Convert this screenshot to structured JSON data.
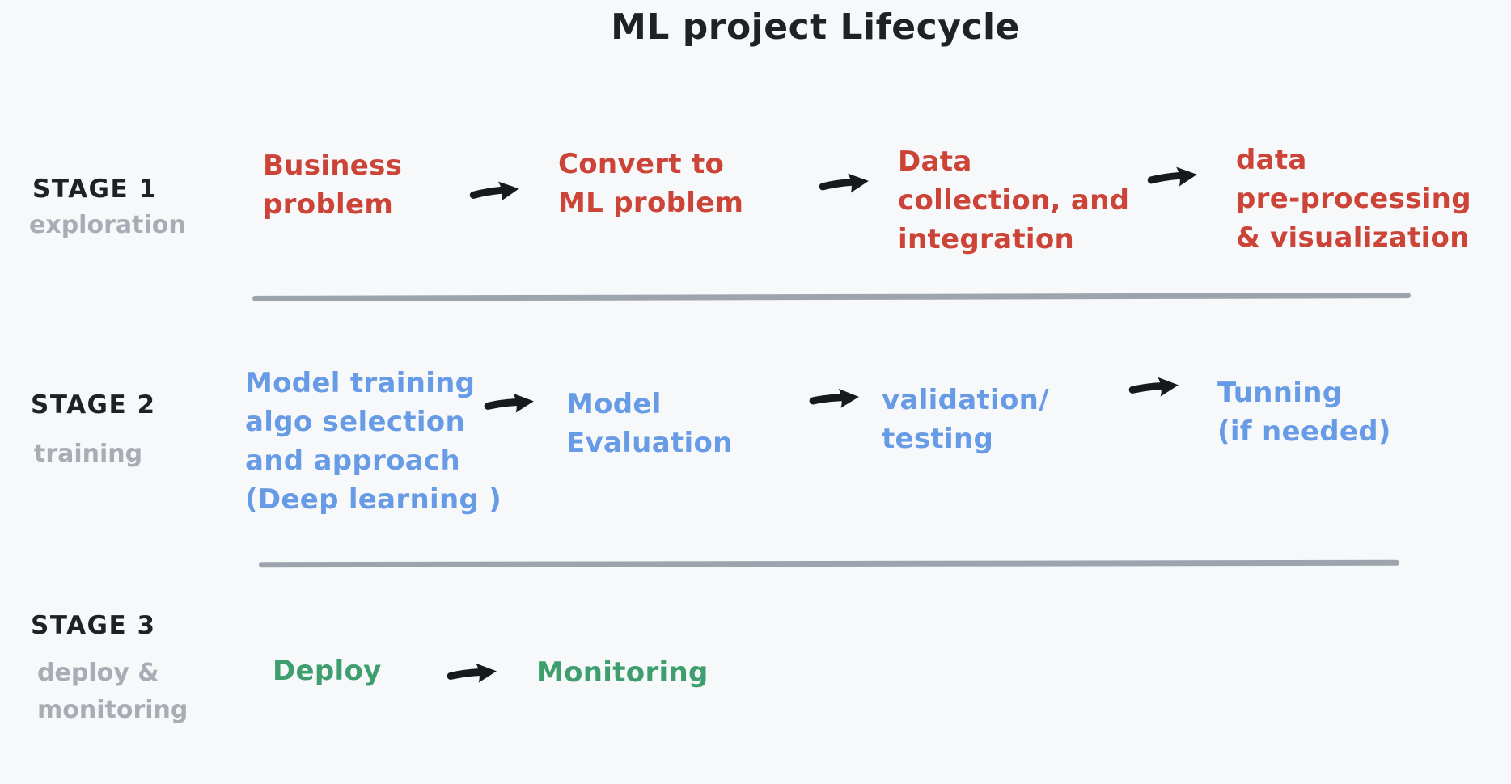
{
  "title": "ML project Lifecycle",
  "colors": {
    "background": "#f7f8fa",
    "ink": "#1e2126",
    "muted": "#a8adb5",
    "divider": "#9da4ae",
    "stage1": "#cb4437",
    "stage2": "#689be5",
    "stage3": "#3f9e6e",
    "arrow": "#17191d"
  },
  "icons": {
    "flow_arrow": "right-arrow"
  },
  "stages": [
    {
      "label": "STAGE 1",
      "sublabel": "exploration",
      "steps": [
        "Business\nproblem",
        "Convert to\nML problem",
        "Data\ncollection, and\nintegration",
        "data\npre-processing\n& visualization"
      ]
    },
    {
      "label": "STAGE 2",
      "sublabel": "training",
      "steps": [
        "Model training\nalgo selection\nand approach\n(Deep learning )",
        "Model\nEvaluation",
        "validation/\ntesting",
        "Tunning\n(if needed)"
      ]
    },
    {
      "label": "STAGE 3",
      "sublabel": "deploy &\nmonitoring",
      "steps": [
        "Deploy",
        "Monitoring"
      ]
    }
  ]
}
